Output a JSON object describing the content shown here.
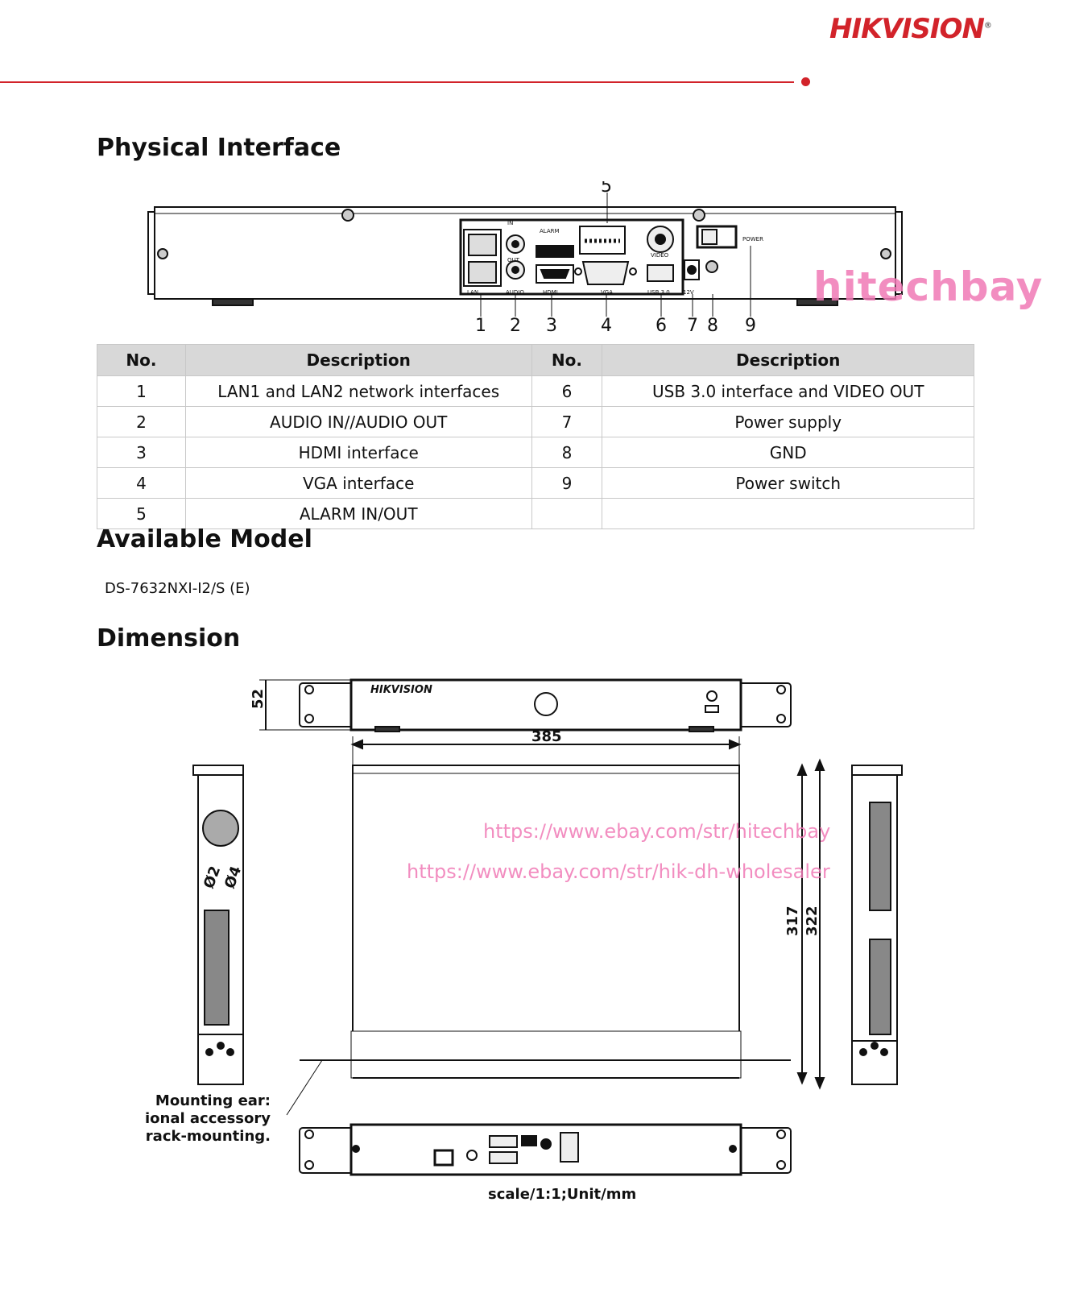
{
  "brand": {
    "logo_text": "HIKVISION",
    "accent_color": "#d2232a"
  },
  "sections": {
    "physical_interface": "Physical Interface",
    "available_model": "Available Model",
    "dimension": "Dimension"
  },
  "rear_panel": {
    "callouts": [
      "1",
      "2",
      "3",
      "4",
      "5",
      "6",
      "7",
      "8",
      "9"
    ],
    "port_labels": {
      "lan": "LAN",
      "audio": "AUDIO",
      "in": "IN",
      "out": "OUT",
      "alarm": "ALARM",
      "hdmi": "HDMI",
      "vga": "VGA",
      "video": "VIDEO",
      "usb": "USB 3.0",
      "power_12v": "12V",
      "power": "POWER"
    }
  },
  "table": {
    "headers": [
      "No.",
      "Description",
      "No.",
      "Description"
    ],
    "rows": [
      {
        "n1": "1",
        "d1": "LAN1 and LAN2 network interfaces",
        "n2": "6",
        "d2": "USB 3.0 interface and VIDEO OUT"
      },
      {
        "n1": "2",
        "d1": "AUDIO IN//AUDIO OUT",
        "n2": "7",
        "d2": "Power supply"
      },
      {
        "n1": "3",
        "d1": "HDMI interface",
        "n2": "8",
        "d2": "GND"
      },
      {
        "n1": "4",
        "d1": "VGA interface",
        "n2": "9",
        "d2": "Power switch"
      },
      {
        "n1": "5",
        "d1": "ALARM IN/OUT",
        "n2": "",
        "d2": ""
      }
    ]
  },
  "model": "DS-7632NXI-I2/S (E)",
  "dimensions": {
    "front_height": "52",
    "width": "385",
    "depth_inner": "317",
    "depth_outer": "322",
    "hole_small": "Ø2",
    "hole_large": "Ø4",
    "front_logo": "HIKVISION",
    "mounting_note": [
      "Mounting ear:",
      "Optional accessory",
      "for rack-mounting."
    ],
    "scale": "scale/1:1;Unit/mm"
  },
  "watermarks": {
    "brand": "hitechbay",
    "url1": "https://www.ebay.com/str/hitechbay",
    "url2": "https://www.ebay.com/str/hik-dh-wholesaler"
  }
}
